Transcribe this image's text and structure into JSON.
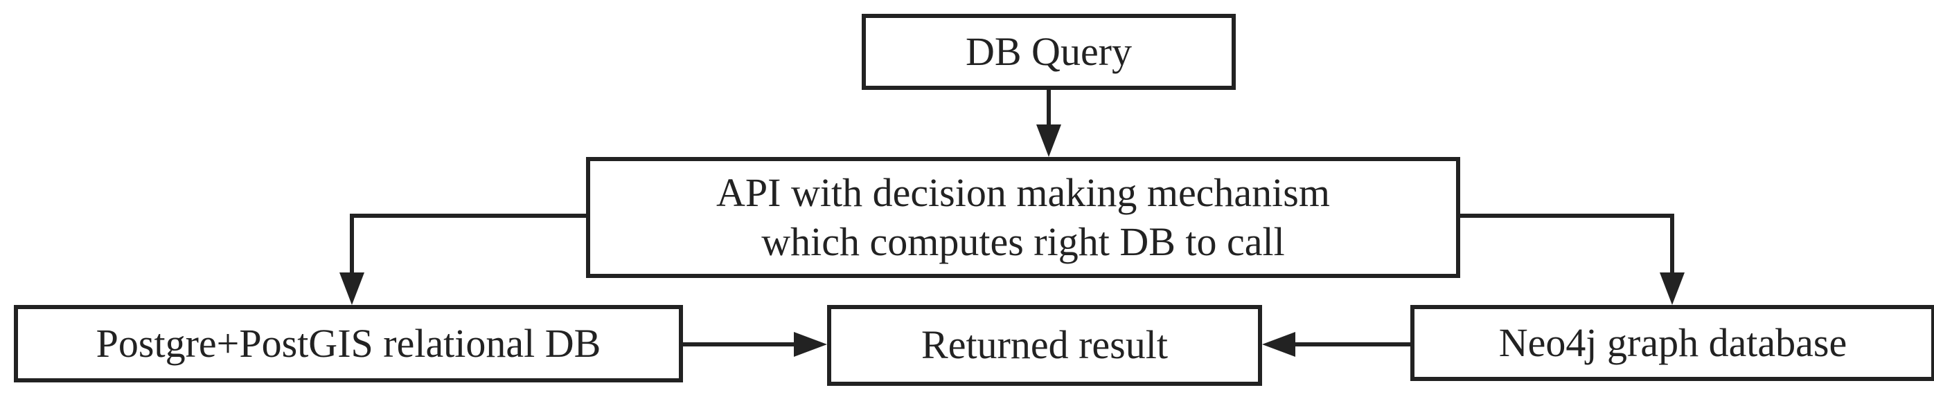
{
  "diagram": {
    "nodes": {
      "db_query": {
        "label": "DB Query"
      },
      "api": {
        "lines": [
          "API with decision making mechanism",
          "which computes right DB to call"
        ]
      },
      "postgre": {
        "label": "Postgre+PostGIS relational DB"
      },
      "result": {
        "label": "Returned result"
      },
      "neo4j": {
        "label": "Neo4j graph database"
      }
    },
    "edges": [
      {
        "from": "db_query",
        "to": "api"
      },
      {
        "from": "api",
        "to": "postgre"
      },
      {
        "from": "api",
        "to": "neo4j"
      },
      {
        "from": "postgre",
        "to": "result"
      },
      {
        "from": "neo4j",
        "to": "result"
      }
    ],
    "colors": {
      "stroke": "#222222",
      "background": "#ffffff"
    }
  }
}
